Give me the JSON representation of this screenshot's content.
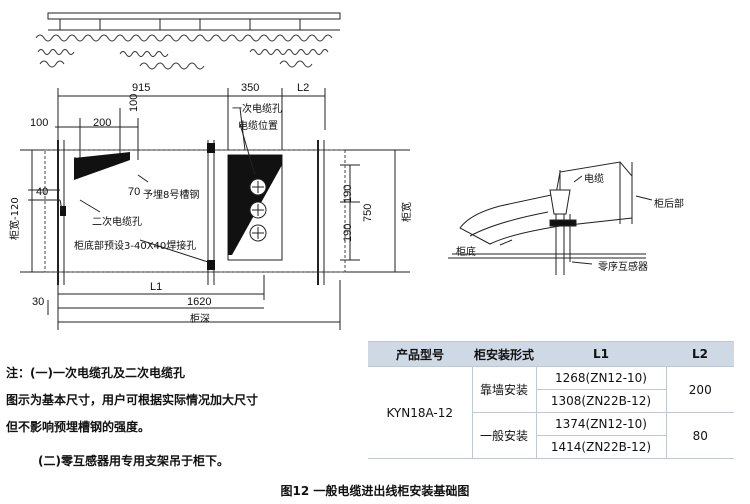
{
  "plan": {
    "dim_915": "915",
    "dim_350": "350",
    "dim_L2": "L2",
    "dim_100_left": "100",
    "dim_200": "200",
    "dim_100_vert": "100",
    "dim_40": "40",
    "dim_cabinet_width_minus": "柜宽-120",
    "dim_70": "70",
    "label_channel": "予埋8号槽钢",
    "label_primary_hole": "一次电缆孔",
    "label_cable_position": "电缆位置",
    "label_secondary_hole": "二次电缆孔",
    "label_plate": "柜底部预设3-40X40焊接孔",
    "dim_190a": "190",
    "dim_190b": "190",
    "dim_750": "750",
    "label_cabinet_width": "柜宽",
    "dim_L1": "L1",
    "dim_1620": "1620",
    "dim_30": "30",
    "label_cabinet_depth": "柜深"
  },
  "side": {
    "label_cable": "电缆",
    "label_rear": "柜后部",
    "label_bottom": "柜底",
    "label_ct": "零序互感器"
  },
  "notes": {
    "line1": "注：(一)一次电缆孔及二次电缆孔",
    "line2": "图示为基本尺寸，用户可根据实际情况加大尺寸",
    "line3": "但不影响预埋槽钢的强度。",
    "line4": "(二)零互感器用专用支架吊于柜下。"
  },
  "table": {
    "headers": [
      "产品型号",
      "柜安装形式",
      "L1",
      "L2"
    ],
    "model": "KYN18A-12",
    "rows": [
      {
        "mount": "靠墙安装",
        "l1": [
          "1268(ZN12-10)",
          "1308(ZN22B-12)"
        ],
        "l2": "200"
      },
      {
        "mount": "一般安装",
        "l1": [
          "1374(ZN12-10)",
          "1414(ZN22B-12)"
        ],
        "l2": "80"
      }
    ]
  },
  "caption": "图12  一般电缆进出线柜安装基础图"
}
